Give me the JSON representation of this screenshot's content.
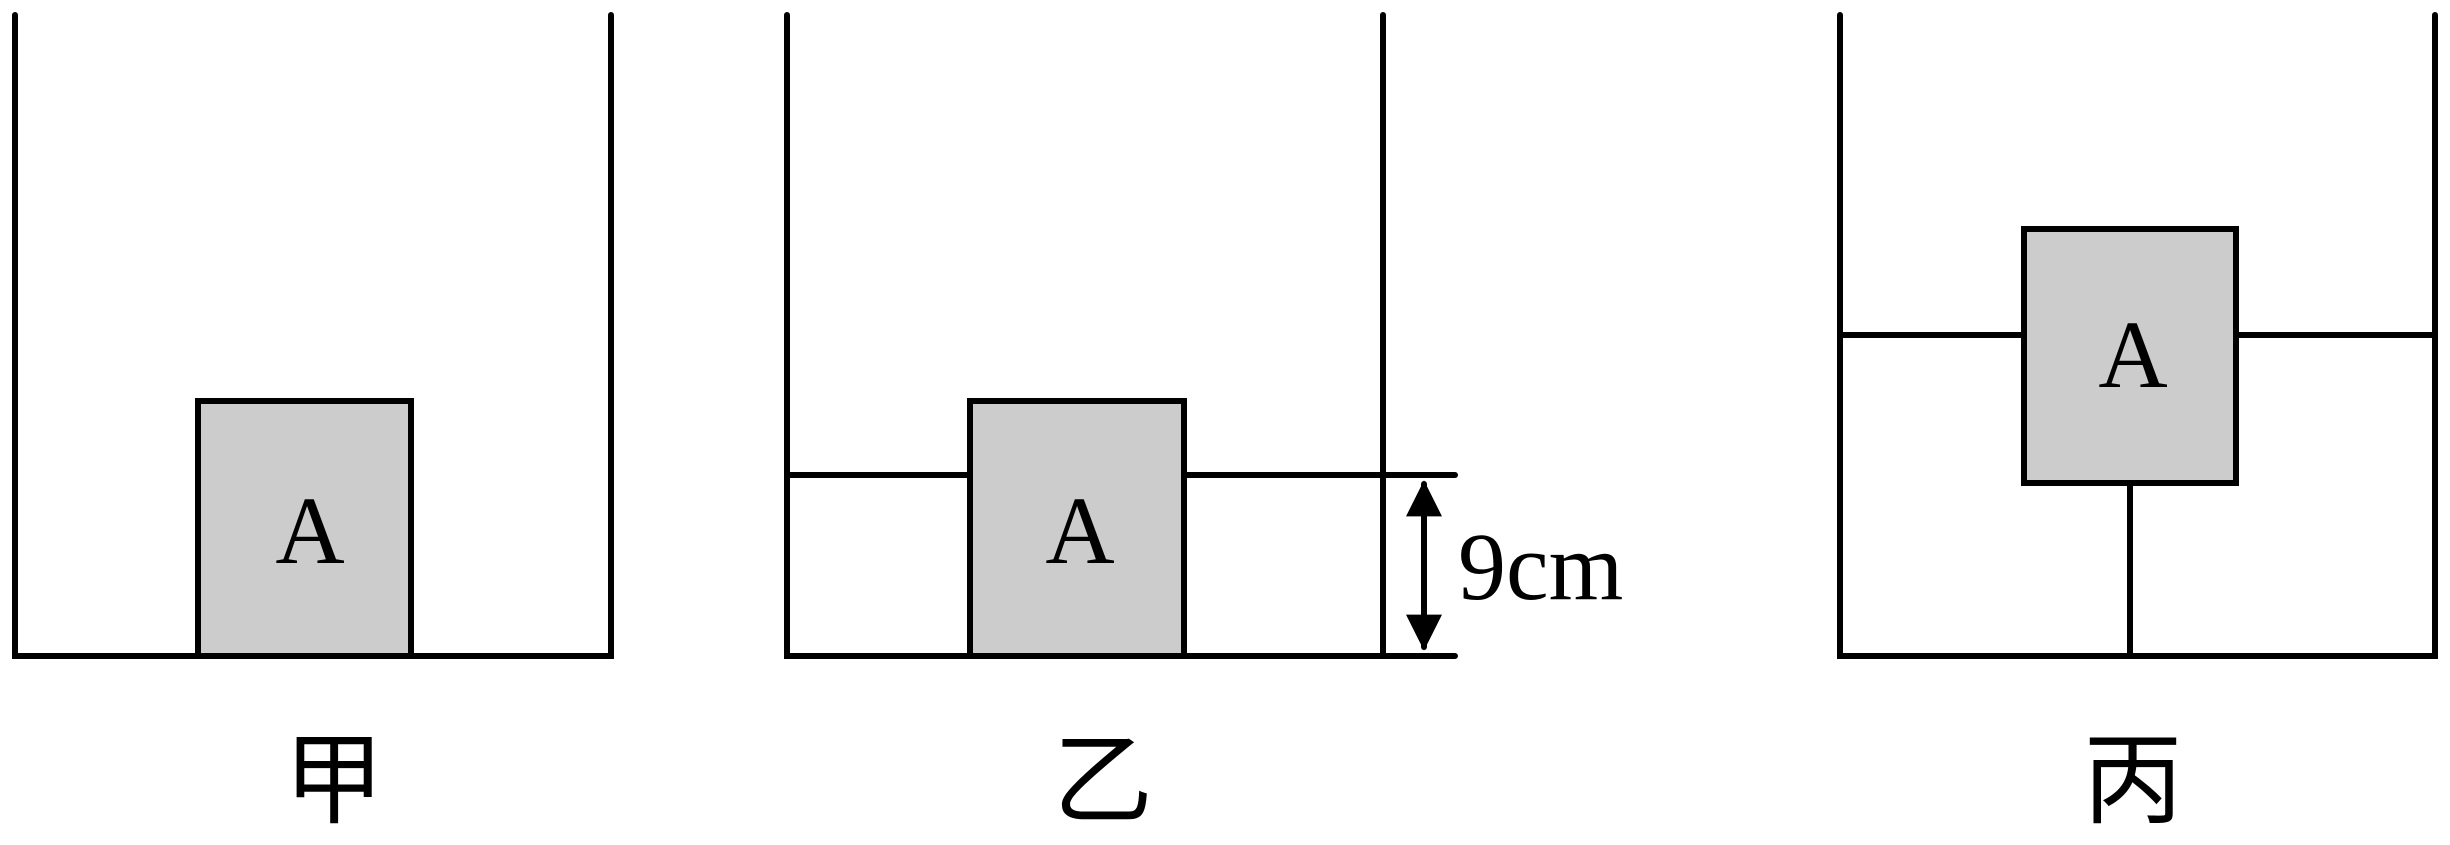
{
  "block_label": "A",
  "panels": [
    {
      "caption": "甲"
    },
    {
      "caption": "乙",
      "dimension_label": "9cm"
    },
    {
      "caption": "丙"
    }
  ],
  "colors": {
    "block_fill": "#cccccc",
    "stroke": "#000000",
    "background": "#ffffff"
  }
}
